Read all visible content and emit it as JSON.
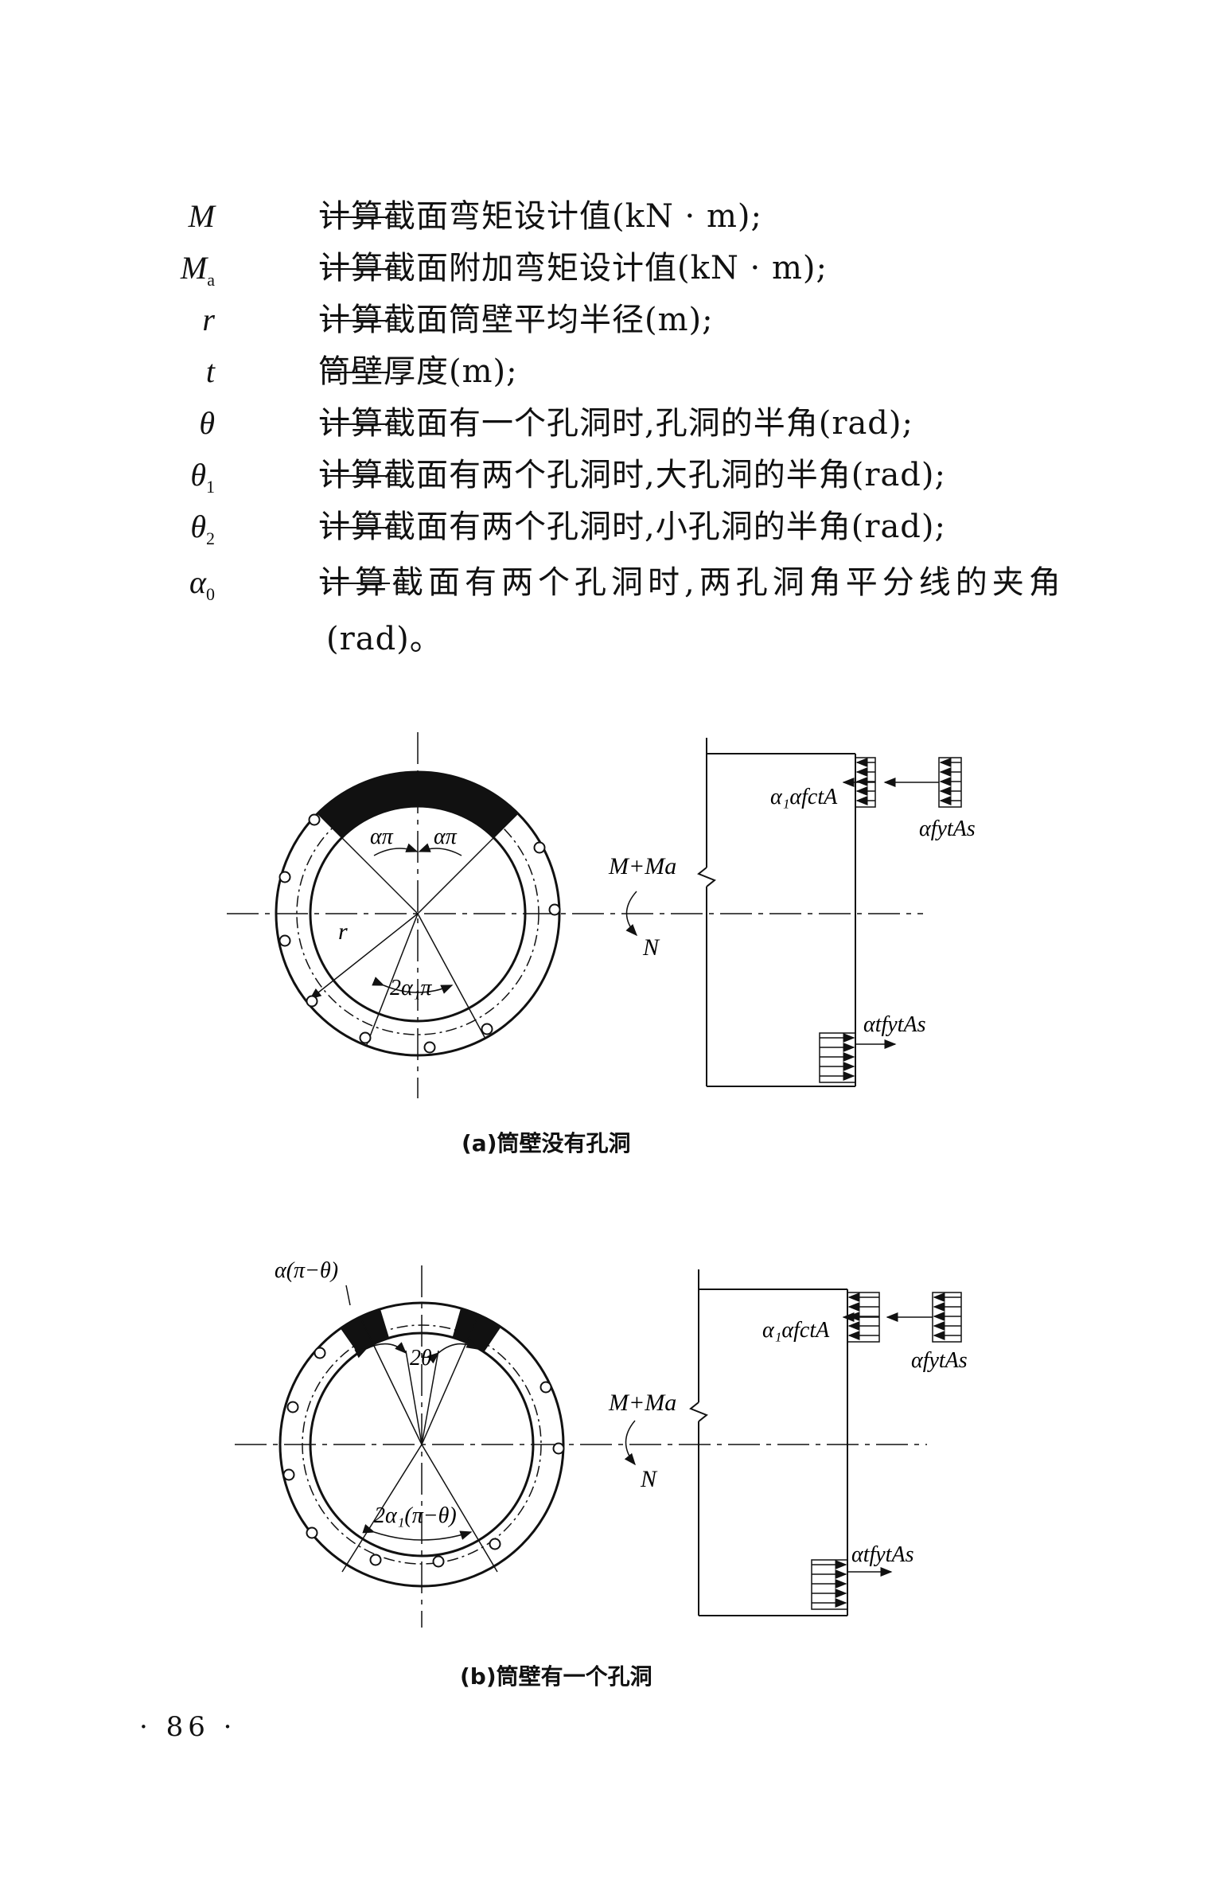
{
  "definitions": [
    {
      "sym": "M",
      "sub": "",
      "text": "计算截面弯矩设计值(kN · m);"
    },
    {
      "sym": "M",
      "sub": "a",
      "text": "计算截面附加弯矩设计值(kN · m);"
    },
    {
      "sym": "r",
      "sub": "",
      "text": "计算截面筒壁平均半径(m);"
    },
    {
      "sym": "t",
      "sub": "",
      "text": "筒壁厚度(m);"
    },
    {
      "sym": "θ",
      "sub": "",
      "text": "计算截面有一个孔洞时,孔洞的半角(rad);"
    },
    {
      "sym": "θ",
      "sub": "1",
      "text": "计算截面有两个孔洞时,大孔洞的半角(rad);"
    },
    {
      "sym": "θ",
      "sub": "2",
      "text": "计算截面有两个孔洞时,小孔洞的半角(rad);"
    },
    {
      "sym": "α",
      "sub": "0",
      "text": "计算截面有两个孔洞时,两孔洞角平分线的夹角"
    }
  ],
  "definition_continuation": "(rad)。",
  "figure_a": {
    "caption": "(a)筒壁没有孔洞",
    "labels": {
      "alpha_pi_left": "απ",
      "alpha_pi_right": "απ",
      "r": "r",
      "two_alpha1_pi": "2α₁π",
      "moment": "M+Ma",
      "axial": "N",
      "comp_concrete": "α₁αfctA",
      "comp_steel": "αfytAs",
      "tension_steel": "αtfytAs"
    }
  },
  "figure_b": {
    "caption": "(b)筒壁有一个孔洞",
    "labels": {
      "alpha_pi_minus_theta": "α(π−θ)",
      "two_theta": "2θ",
      "two_alpha1": "2α₁(π−θ)",
      "moment": "M+Ma",
      "axial": "N",
      "comp_concrete": "α₁αfctA",
      "comp_steel": "αfytAs",
      "tension_steel": "αtfytAs"
    }
  },
  "page_number": "· 86 ·"
}
